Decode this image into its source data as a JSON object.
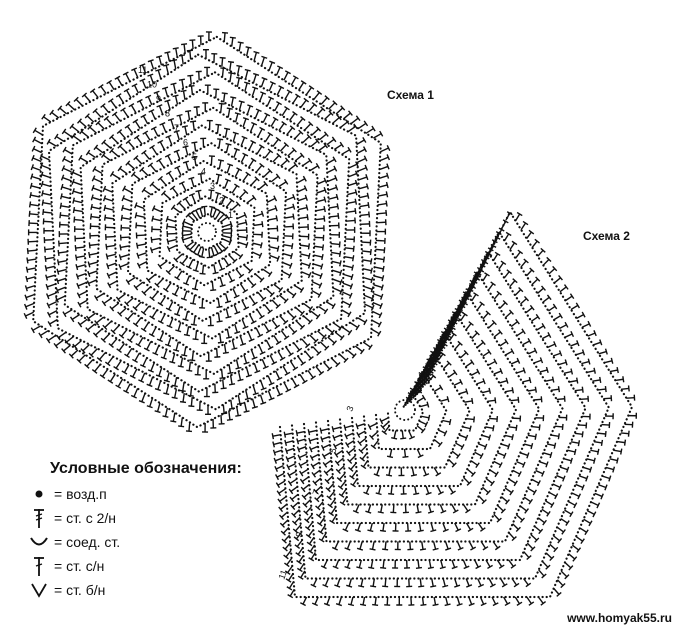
{
  "scheme1": {
    "title": "Схема 1",
    "row_numbers": [
      "1",
      "2",
      "3",
      "4",
      "5",
      "6",
      "7",
      "8",
      "9",
      "10",
      "11"
    ]
  },
  "scheme2": {
    "title": "Схема 2",
    "row_numbers": [
      "3",
      "5",
      "7",
      "9",
      "11"
    ]
  },
  "legend": {
    "title": "Условные обозначения:",
    "items": [
      {
        "icon": "chain-stitch-dot-icon",
        "text": "= возд.п"
      },
      {
        "icon": "double-crochet-icon",
        "text": "= ст. с 2/н"
      },
      {
        "icon": "slip-stitch-arc-icon",
        "text": "= соед. ст."
      },
      {
        "icon": "single-dc-icon",
        "text": "= ст. с/н"
      },
      {
        "icon": "single-crochet-v-icon",
        "text": "= ст. б/н"
      }
    ]
  },
  "footer": {
    "site": "www.homyak55.ru"
  },
  "colors": {
    "ink": "#111111",
    "background": "#ffffff"
  }
}
